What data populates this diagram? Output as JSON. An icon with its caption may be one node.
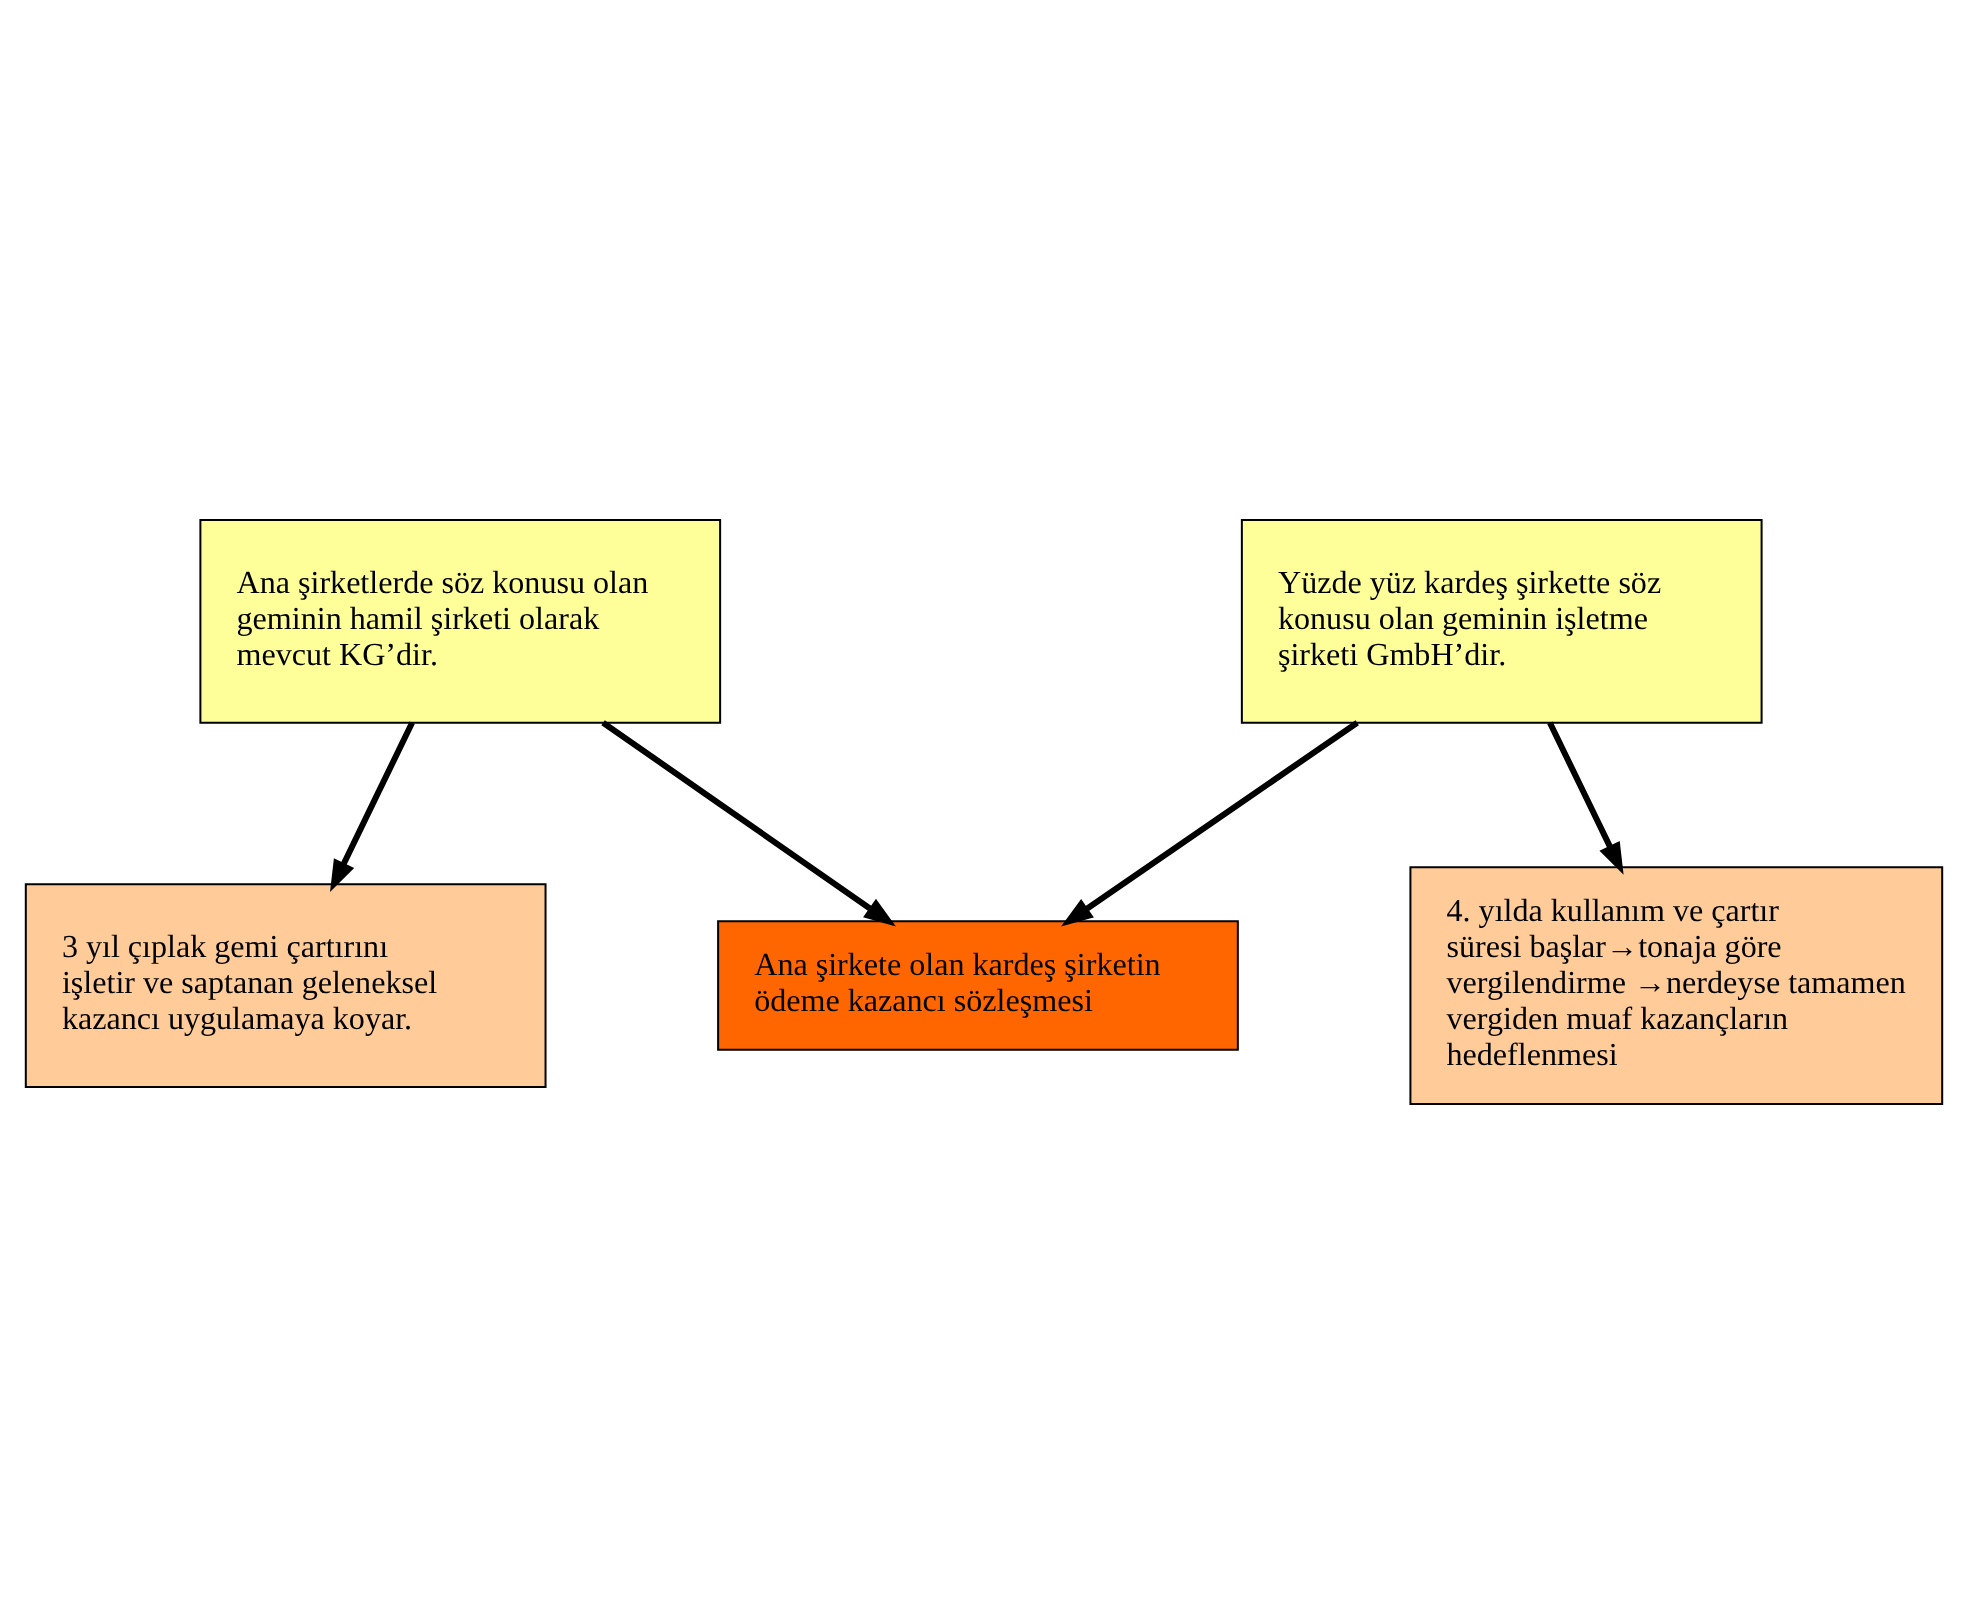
{
  "diagram": {
    "nodes": [
      {
        "text": [
          "Ana şirketlerde söz konusu olan geminin hamil şirketi olarak mevcut KG’dir."
        ]
      },
      {
        "text": [
          "Yüzde yüz kardeş şirkette söz konusu olan geminin işletme şirketi GmbH’dir."
        ]
      },
      {
        "text": [
          "Ana şirkete olan kardeş şirketin ödeme kazancı sözleşmesi"
        ]
      },
      {
        "text": [
          "3 yıl çıplak gemi çartırını işletir ve saptanan geleneksel kazancı uygulamaya koyar."
        ]
      },
      {
        "text": [
          "4. yılda kullanım ve çartır süresi başlar→tonaja göre vergilendirme →nerdeyse tamamen vergiden muaf kazançların hedeflenmesi"
        ]
      }
    ],
    "edges": [
      {
        "from": 0,
        "to": 2,
        "arrow": "to"
      },
      {
        "from": 1,
        "to": 2,
        "arrow": "to"
      },
      {
        "from": 0,
        "to": 3,
        "arrow": "to"
      },
      {
        "from": 1,
        "to": 4,
        "arrow": "to"
      }
    ]
  }
}
